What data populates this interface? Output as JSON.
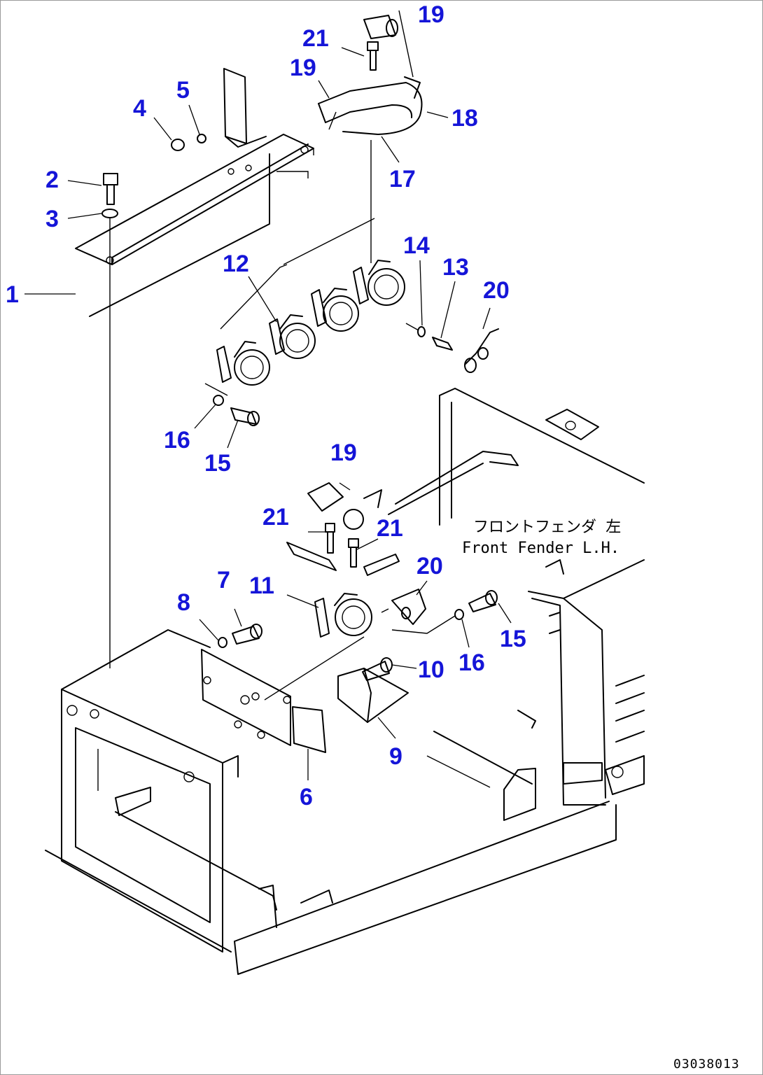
{
  "callouts": {
    "c1": "1",
    "c2": "2",
    "c3": "3",
    "c4": "4",
    "c5": "5",
    "c6": "6",
    "c7": "7",
    "c8": "8",
    "c9": "9",
    "c10": "10",
    "c11": "11",
    "c12": "12",
    "c13": "13",
    "c14": "14",
    "c15a": "15",
    "c15b": "15",
    "c16a": "16",
    "c16b": "16",
    "c17": "17",
    "c18": "18",
    "c19a": "19",
    "c19b": "19",
    "c19c": "19",
    "c20a": "20",
    "c20b": "20",
    "c21a": "21",
    "c21b": "21",
    "c21c": "21"
  },
  "note": {
    "jp": "フロントフェンダ 左",
    "en": "Front Fender L.H."
  },
  "drawing_code": "03038013",
  "colors": {
    "callout": "#1515d8",
    "line": "#000000"
  }
}
